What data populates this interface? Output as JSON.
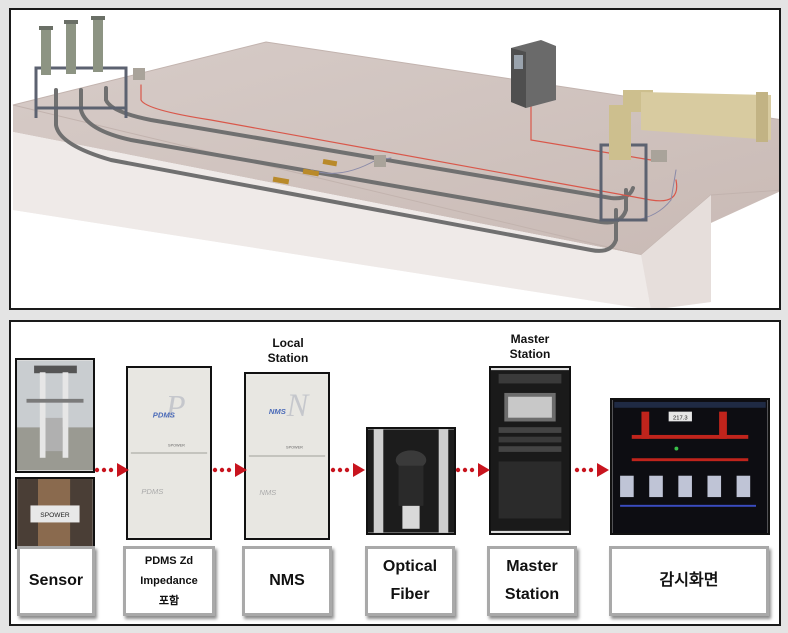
{
  "flow": {
    "labels": {
      "sensor": "Sensor",
      "pdms_line1": "PDMS Zd",
      "pdms_line2": "Impedance",
      "pdms_line3": "포함",
      "nms": "NMS",
      "optical_line1": "Optical",
      "optical_line2": "Fiber",
      "master_line1": "Master",
      "master_line2": "Station",
      "monitor": "감시화면"
    },
    "captions": {
      "local_line1": "Local",
      "local_line2": "Station",
      "master_line1": "Master",
      "master_line2": "Station"
    },
    "device_text": {
      "pdms_logo": "PDMS",
      "pdms_brand": "SPOWER",
      "pdms_lower": "PDMS",
      "nms_logo": "NMS",
      "nms_brand": "SPOWER",
      "nms_lower": "NMS",
      "sensor_brand": "SPOWER",
      "monitor_readout": "217.3"
    }
  },
  "colors": {
    "arrow_red": "#c8141e",
    "label_border": "#a9a9a9",
    "panel_border": "#1a1a1a"
  }
}
